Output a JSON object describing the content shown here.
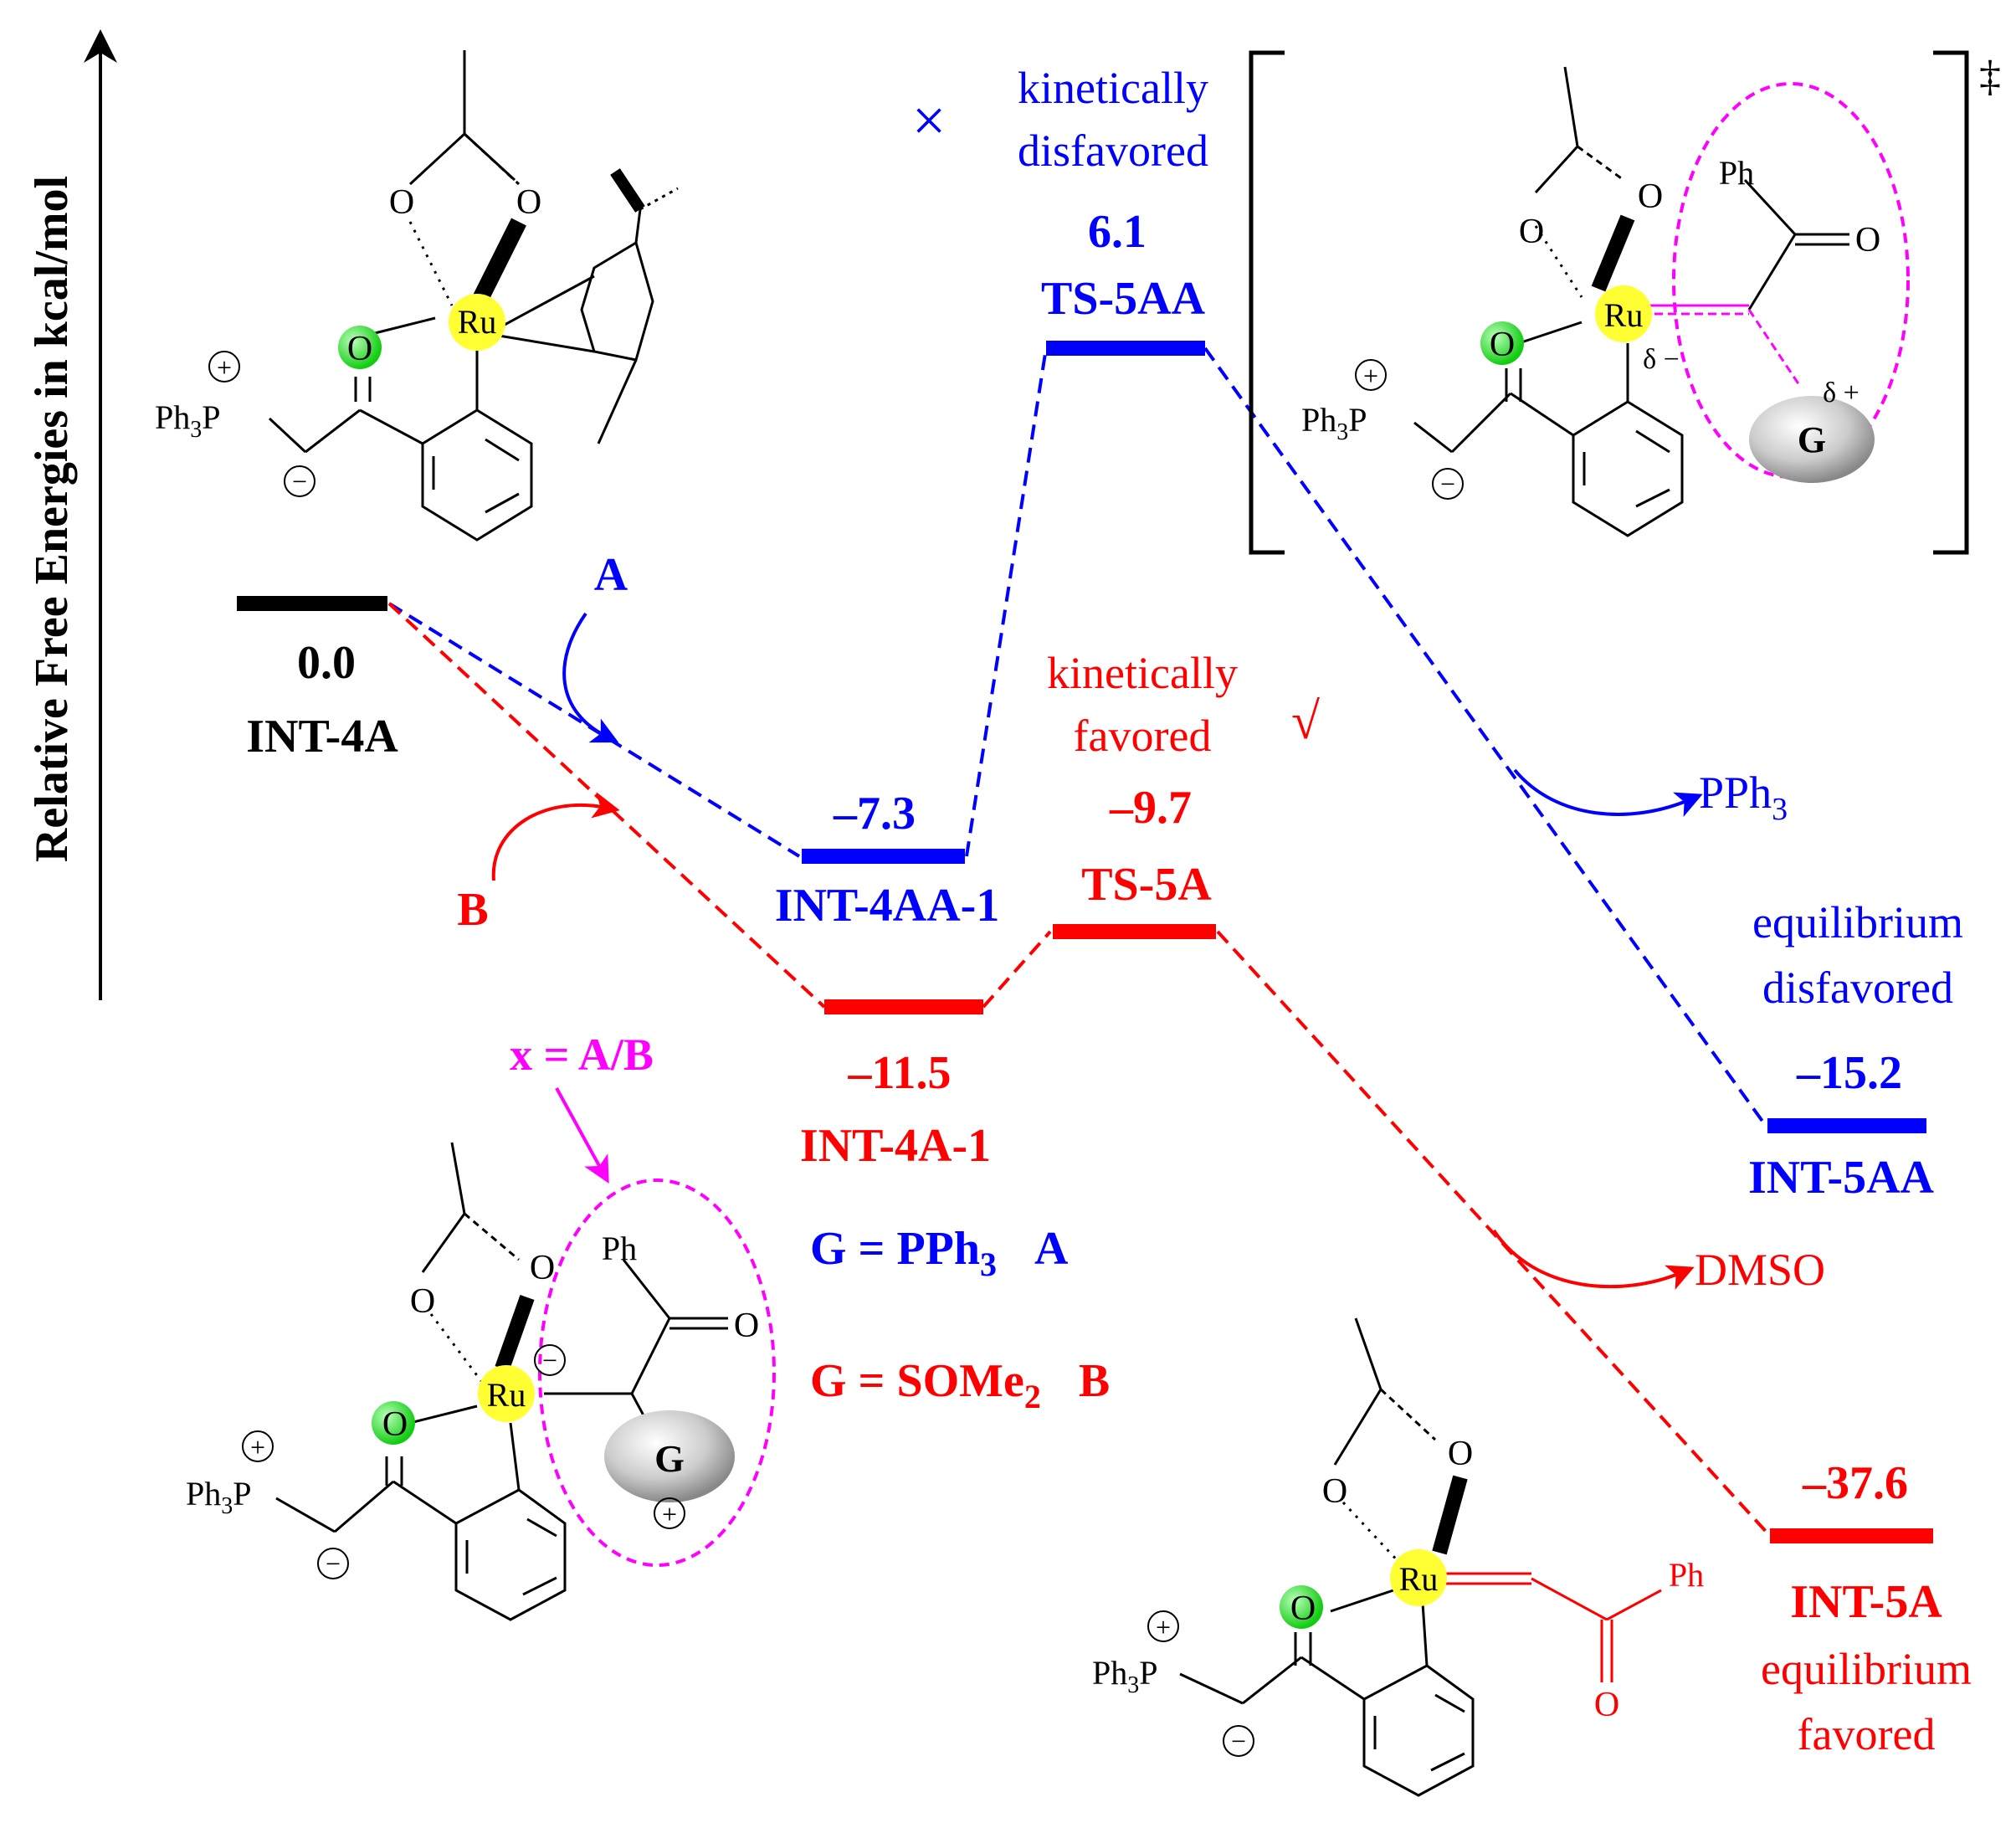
{
  "axis": {
    "label": "Relative Free Energies in kcal/mol"
  },
  "colors": {
    "black": "#000000",
    "blue": "#0000ff",
    "red": "#ff0000",
    "magenta": "#ff00ff",
    "green": "#22dd22",
    "yellow": "#ffff33"
  },
  "levels": {
    "int4a": {
      "value": "0.0",
      "name": "INT-4A"
    },
    "int4aa1": {
      "value": "–7.3",
      "name": "INT-4AA-1"
    },
    "ts5aa": {
      "value": "6.1",
      "name": "TS-5AA"
    },
    "int5aa": {
      "value": "–15.2",
      "name": "INT-5AA"
    },
    "int4a1": {
      "value": "–11.5",
      "name": "INT-4A-1"
    },
    "ts5a": {
      "value": "–9.7",
      "name": "TS-5A"
    },
    "int5a": {
      "value": "–37.6",
      "name": "INT-5A"
    }
  },
  "annotations": {
    "kin_disfav_1": "kinetically",
    "kin_disfav_2": "disfavored",
    "kin_disfav_mark": "×",
    "kin_fav_1": "kinetically",
    "kin_fav_2": "favored",
    "kin_fav_mark": "√",
    "eq_disfav_1": "equilibrium",
    "eq_disfav_2": "disfavored",
    "eq_fav_1": "equilibrium",
    "eq_fav_2": "favored",
    "label_A": "A",
    "label_B": "B",
    "x_eq": "x = A/B",
    "pph3_leave": "PPh",
    "pph3_sub": "3",
    "dmso_leave": "DMSO",
    "g_pph3_pre": "G = PPh",
    "g_pph3_sub": "3",
    "g_pph3_tag": "A",
    "g_some2_pre": "G = SOMe",
    "g_some2_sub": "2",
    "g_some2_tag": "B",
    "dagger": "‡"
  },
  "chem": {
    "ru": "Ru",
    "o": "O",
    "ph": "Ph",
    "g": "G",
    "ph3p": "Ph",
    "ph3p_sub": "3",
    "ph3p_p": "P",
    "plus": "+",
    "minus": "−",
    "delta_minus": "δ −",
    "delta_plus": "δ +"
  }
}
